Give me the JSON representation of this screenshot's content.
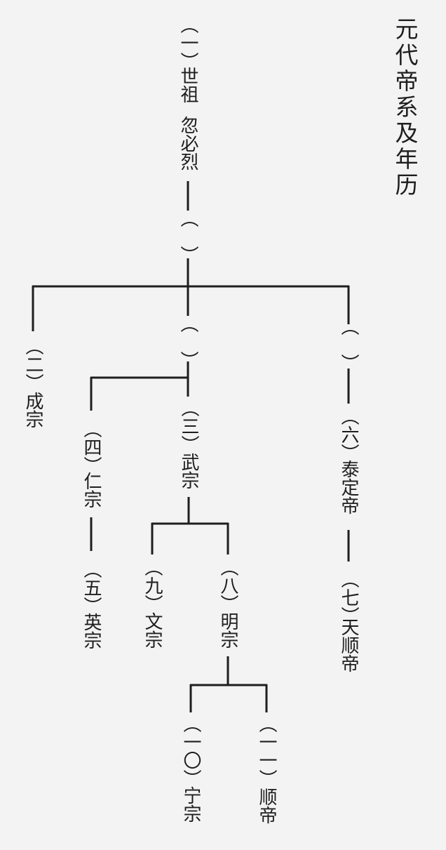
{
  "title": "元代帝系及年历",
  "nodes": {
    "shizu": {
      "number": "（一）",
      "name": "世祖",
      "personal_name": "忽必烈"
    },
    "blank_1": {
      "number": "（　）"
    },
    "chengzong": {
      "number": "（二）",
      "name": "成宗"
    },
    "blank_2": {
      "number": "（　）"
    },
    "blank_3": {
      "number": "（　）"
    },
    "wuzong": {
      "number": "（三）",
      "name": "武宗"
    },
    "renzong": {
      "number": "（四）",
      "name": "仁宗"
    },
    "yingzong": {
      "number": "（五）",
      "name": "英宗"
    },
    "taidingdi": {
      "number": "（六）",
      "name": "泰定帝"
    },
    "tianshundi": {
      "number": "（七）",
      "name": "天顺帝"
    },
    "mingzong": {
      "number": "（八）",
      "name": "明宗"
    },
    "wenzong": {
      "number": "（九）",
      "name": "文宗"
    },
    "ningzong": {
      "number": "（一〇）",
      "name": "宁宗"
    },
    "shundi": {
      "number": "（一一）",
      "name": "顺帝"
    }
  }
}
